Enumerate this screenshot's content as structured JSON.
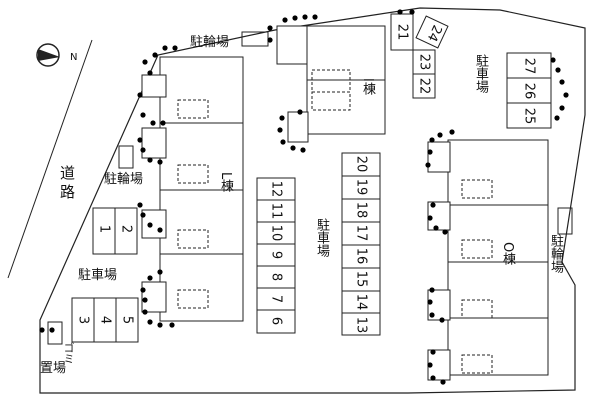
{
  "compass": {
    "label": "N"
  },
  "road": {
    "chars": [
      "道",
      "路"
    ]
  },
  "buildings": {
    "I": {
      "label": "I棟"
    },
    "L": {
      "label": "L棟"
    },
    "O": {
      "label": "O棟"
    }
  },
  "bicycle_parking": {
    "top": {
      "label": "駐輪場"
    },
    "left": {
      "label": "駐輪場"
    },
    "right": {
      "label": "駐輪場"
    }
  },
  "parking_labels": {
    "top_right": "駐車場",
    "center": "駐車場",
    "left": "駐車場"
  },
  "garbage": {
    "label1": "ゴミ",
    "label2": "置場"
  },
  "parking_spaces": {
    "col_6_12": [
      "12",
      "11",
      "10",
      "9",
      "8",
      "7",
      "6"
    ],
    "col_13_20": [
      "20",
      "19",
      "18",
      "17",
      "16",
      "15",
      "14",
      "13"
    ],
    "left_pair": [
      "2",
      "1"
    ],
    "bottom_left": [
      "3",
      "4",
      "5"
    ],
    "top_pair": [
      "21",
      "24"
    ],
    "top_lower": [
      "23",
      "22"
    ],
    "right_col": [
      "27",
      "26",
      "25"
    ]
  },
  "colors": {
    "line": "#222222",
    "dot": "#000000"
  }
}
